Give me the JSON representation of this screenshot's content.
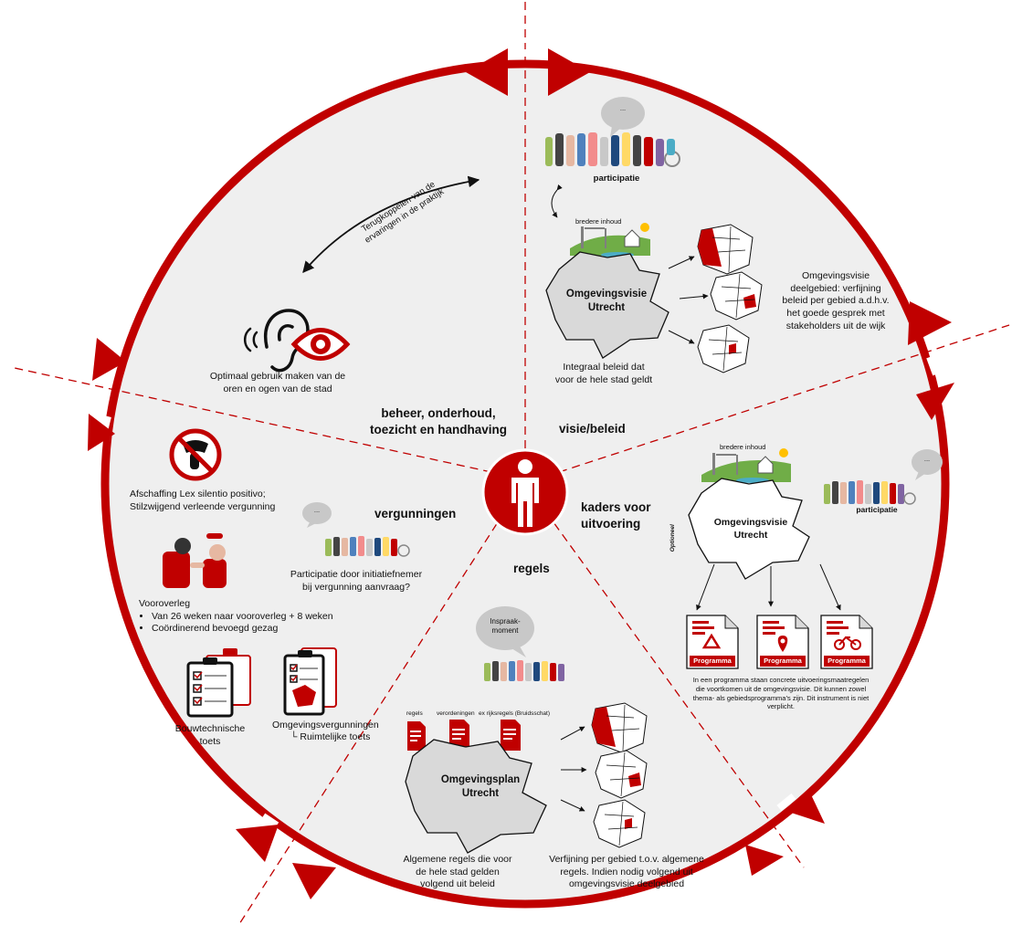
{
  "center": {
    "icon": "person-icon"
  },
  "sections": {
    "visie": "visie/beleid",
    "kaders": "kaders voor\nuitvoering",
    "regels": "regels",
    "vergunningen": "vergunningen",
    "beheer": "beheer, onderhoud,\ntoezicht en handhaving"
  },
  "beheer": {
    "feedback_arrow_label": "Terugkoppelen van de\nervaringen in de praktijk",
    "ears_eyes_caption": "Optimaal gebruik maken van de\noren en ogen van de stad",
    "icons": [
      "ear-icon",
      "eye-icon"
    ]
  },
  "visie": {
    "speech_bubble": "...",
    "participatie_label": "participatie",
    "bredere_inhoud": "bredere inhoud",
    "map_title": "Omgevingsvisie\nUtrecht",
    "integral_caption": "Integraal beleid dat\nvoor de hele stad geldt",
    "deelgebied_caption": "Omgevingsvisie\ndeelgebied: verfijning\nbeleid per gebied a.d.h.v.\nhet goede gesprek met\nstakeholders uit de wijk"
  },
  "kaders": {
    "speech_bubble": "...",
    "bredere_inhoud": "bredere inhoud",
    "participatie_label": "participatie",
    "optioneel": "Optioneel",
    "map_title": "Omgevingsvisie\nUtrecht",
    "programma_label": "Programma",
    "programma_icons": [
      "recycle-icon",
      "location-pin-icon",
      "bicycle-icon"
    ],
    "caption": "In een programma staan concrete uitvoeringsmaatregelen\ndie voortkomen uit de omgevingsvisie. Dit kunnen zowel\nthema- als gebiedsprogramma’s zijn. Dit instrument is niet\nverplicht."
  },
  "regels": {
    "inspraak_bubble": "Inspraak-\nmoment",
    "doc_labels": [
      "regels",
      "verordeningen",
      "ex rijksregels (Bruidsschat)"
    ],
    "map_title": "Omgevingsplan\nUtrecht",
    "algemene_caption": "Algemene regels die voor\nde hele stad gelden\nvolgend uit beleid",
    "verfijning_caption": "Verfijning per gebied t.o.v. algemene\nregels. Indien nodig volgend uit\nomgevingsvisie deelgebied"
  },
  "vergunningen": {
    "lex_caption": "Afschaffing Lex silentio positivo;\nStilzwijgend verleende vergunning",
    "speech_bubble": "...",
    "participatie_caption": "Participatie door initiatiefnemer\nbij vergunning aanvraag?",
    "vooroverleg_title": "Vooroverleg",
    "vooroverleg_bullets": [
      "Van 26 weken naar vooroverleg + 8 weken",
      "Coördinerend bevoegd gezag"
    ],
    "bouwtechnische": "Bouwtechnische\ntoets",
    "omgevingsvergunningen": "Omgevingsvergunningen",
    "ruimtelijke": "└ Ruimtelijke toets"
  },
  "colors": {
    "accent": "#c00000",
    "circle_fill": "#efefef",
    "map_fill": "#d9d9d9",
    "bubble": "#c8c8c8"
  }
}
